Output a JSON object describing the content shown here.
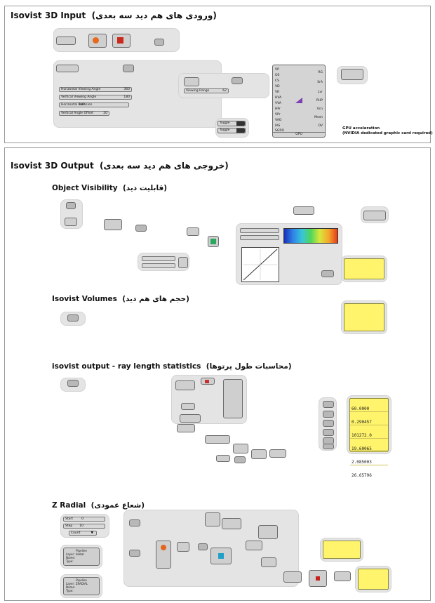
{
  "panel1": {
    "title": "Isovist 3D Input",
    "title_fa": "(ورودی های هم دید سه بعدی)",
    "sliders": [
      {
        "label": "Horizontal Viewing Angle",
        "value": "360"
      },
      {
        "label": "Vertical Viewing Angle",
        "value": "180"
      },
      {
        "label": "Horizontal Precision",
        "value": "180"
      },
      {
        "label": "Vertical Angle Offset",
        "value": "20"
      }
    ],
    "viewing_range": {
      "label": "Viewing Range",
      "value": "62"
    },
    "toggles": [
      {
        "label": "Toggle",
        "state": "True"
      },
      {
        "label": "Toggle",
        "state": "False"
      }
    ],
    "main_component": {
      "inputs": [
        "VP",
        "OS",
        "CS",
        "VD",
        "VR",
        "HVA",
        "VVA",
        "HPr",
        "VPr",
        "VAO",
        "IAS",
        "SGRO"
      ],
      "outputs": [
        "RG",
        "SrA",
        "Lvr",
        "RHP",
        "Vcn",
        "Mesh",
        "OV"
      ],
      "footer": "GPU"
    },
    "gpu_note": [
      "GPU acceleration",
      "(NVIDIA dedicated graphic card required)"
    ]
  },
  "panel2": {
    "title": "Isovist 3D Output",
    "title_fa": "(خروجی های هم دید سه بعدی)",
    "sections": [
      {
        "title": "Object Visibility",
        "title_fa": "(قابلیت دید)"
      },
      {
        "title": "Isovist Volumes",
        "title_fa": "(حجم های هم دید)"
      },
      {
        "title": "isovist output - ray length statistics",
        "title_fa": "(محاسبات طول پرتوها)"
      },
      {
        "title": "Z Radial",
        "title_fa": "(شعاع عمودی)"
      }
    ],
    "stat_values": [
      "60.0000",
      "0.290457",
      "101272.0",
      "19.60065",
      "2.085003",
      "26.65796"
    ],
    "radial_sliders": [
      {
        "label": "Start",
        "value": "0"
      },
      {
        "label": "Step",
        "value": "10"
      },
      {
        "label": "Count",
        "value": ""
      }
    ],
    "pipeline_nodes": [
      {
        "title": "Pipeline",
        "layer": "Layer: Isobar",
        "name": "Name:",
        "type": "Type:"
      },
      {
        "title": "Pipeline",
        "layer": "Layer: ZRADIAL",
        "name": "Name:",
        "type": "Type:"
      }
    ]
  }
}
